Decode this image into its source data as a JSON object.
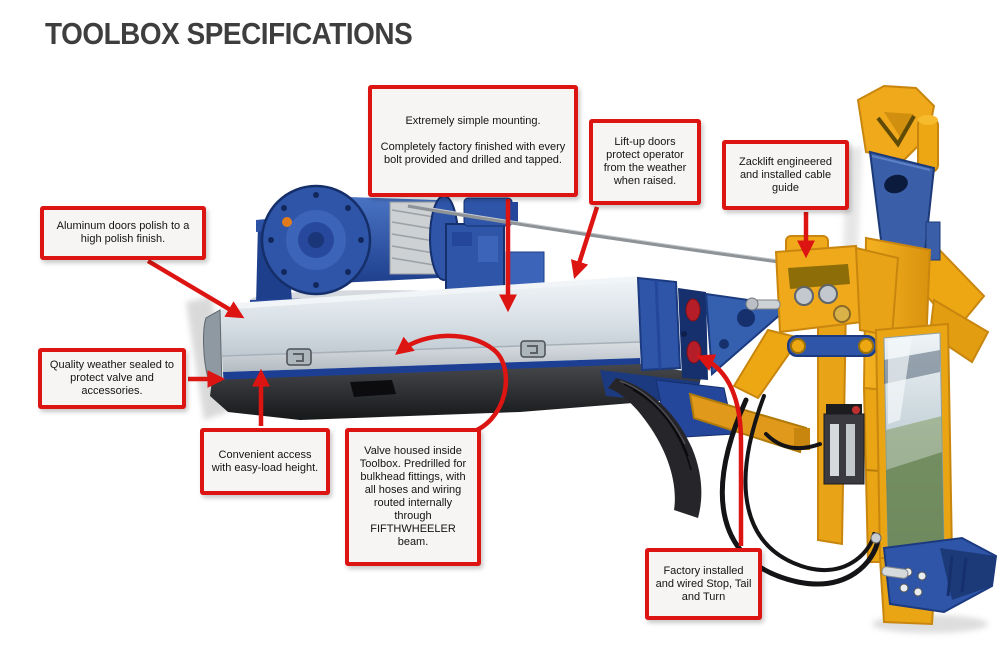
{
  "title": {
    "text": "TOOLBOX SPECIFICATIONS"
  },
  "callouts": {
    "mounting": {
      "text": "Extremely simple mounting.\n\nCompletely factory finished with every bolt provided and drilled and tapped."
    },
    "liftup_doors": {
      "text": "Lift-up doors protect operator from the weather when raised."
    },
    "cable_guide": {
      "text": "Zacklift engineered and installed cable guide"
    },
    "aluminum_doors": {
      "text": "Aluminum doors polish to a high polish finish."
    },
    "weather_sealed": {
      "text": "Quality weather sealed to protect valve and accessories."
    },
    "convenient_access": {
      "text": "Convenient access with easy-load height."
    },
    "valve_housed": {
      "text": "Valve housed inside Toolbox. Predrilled for bulkhead fittings, with all hoses and wiring routed internally through FIFTHWHEELER beam."
    },
    "lights": {
      "text": "Factory installed and wired Stop, Tail and Turn"
    }
  },
  "colors": {
    "accent_red": "#dd1512",
    "title_text": "#3e3e3e",
    "callout_bg": "#f6f5f3",
    "callout_text": "#141414",
    "page_bg": "#ffffff",
    "machine_blue": "#2e55a8",
    "machine_blue_dark": "#16306e",
    "machine_yellow": "#eda712",
    "toolbox_silver": "#d5dde3",
    "navy_strip": "#1c3f94",
    "tail_light_red": "#b51e28"
  }
}
